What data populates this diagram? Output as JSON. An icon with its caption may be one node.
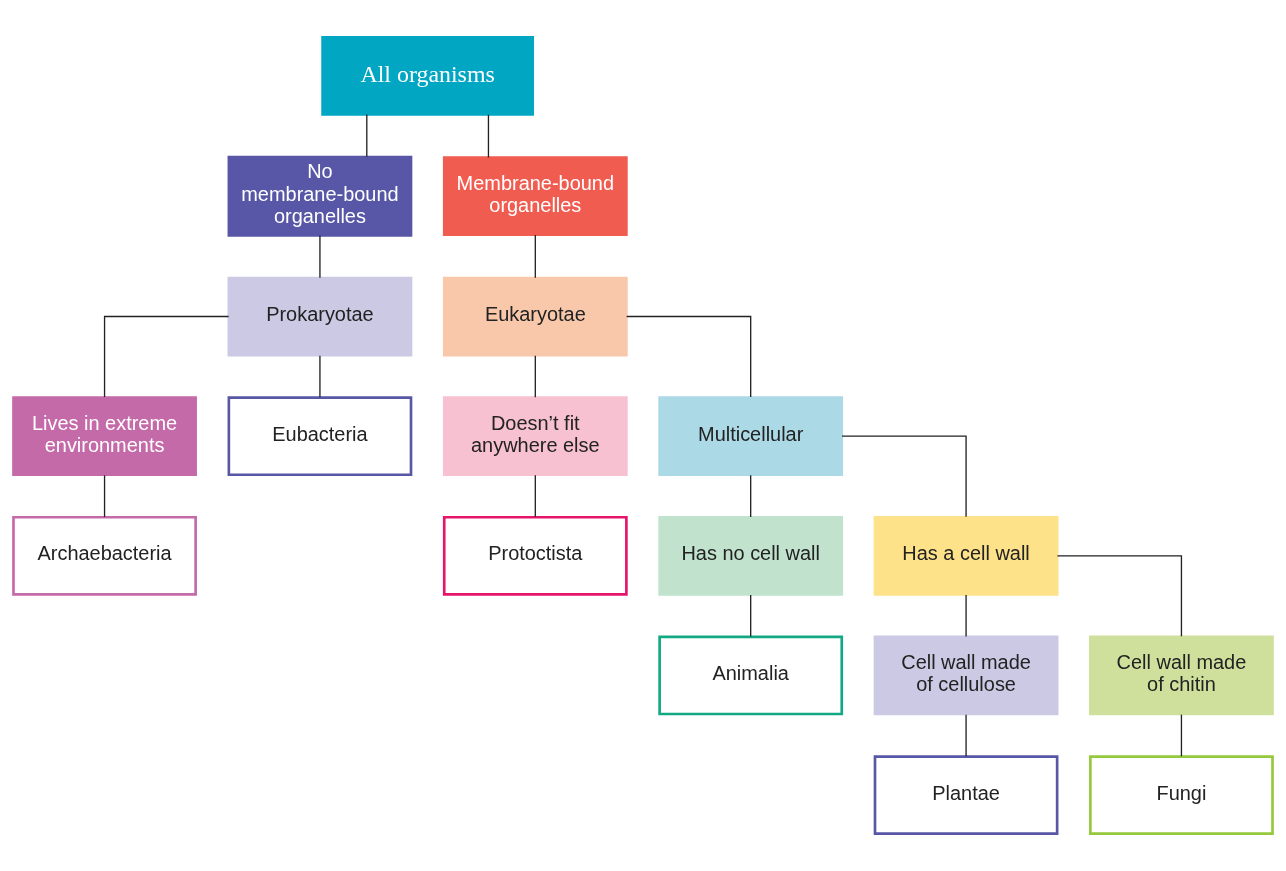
{
  "diagram": {
    "nodes": [
      {
        "text": [
          "All organisms"
        ]
      },
      {
        "text": [
          "No membrane-bound organelles"
        ]
      },
      {
        "text": [
          "Membrane-bound organelles"
        ]
      },
      {
        "text": [
          "Prokaryotae"
        ]
      },
      {
        "text": [
          "Eukaryotae"
        ]
      },
      {
        "text": [
          "Lives in extreme environments"
        ]
      },
      {
        "text": [
          "Eubacteria"
        ]
      },
      {
        "text": [
          "Doesn’t fit anywhere else"
        ]
      },
      {
        "text": [
          "Multicellular"
        ]
      },
      {
        "text": [
          "Archaebacteria"
        ]
      },
      {
        "text": [
          "Protoctista"
        ]
      },
      {
        "text": [
          "Has no cell wall"
        ]
      },
      {
        "text": [
          "Has a cell wall"
        ]
      },
      {
        "text": [
          "Animalia"
        ]
      },
      {
        "text": [
          "Cell wall made of cellulose"
        ]
      },
      {
        "text": [
          "Cell wall made of chitin"
        ]
      },
      {
        "text": [
          "Plantae"
        ]
      },
      {
        "text": [
          "Fungi"
        ]
      }
    ],
    "edges": [
      {
        "from": 0,
        "to": 1,
        "arrow": "none"
      },
      {
        "from": 0,
        "to": 2,
        "arrow": "none"
      },
      {
        "from": 1,
        "to": 3,
        "arrow": "none"
      },
      {
        "from": 2,
        "to": 4,
        "arrow": "none"
      },
      {
        "from": 3,
        "to": 5,
        "arrow": "none"
      },
      {
        "from": 3,
        "to": 6,
        "arrow": "none"
      },
      {
        "from": 4,
        "to": 7,
        "arrow": "none"
      },
      {
        "from": 4,
        "to": 8,
        "arrow": "none"
      },
      {
        "from": 5,
        "to": 9,
        "arrow": "none"
      },
      {
        "from": 7,
        "to": 10,
        "arrow": "none"
      },
      {
        "from": 8,
        "to": 11,
        "arrow": "none"
      },
      {
        "from": 8,
        "to": 12,
        "arrow": "none"
      },
      {
        "from": 11,
        "to": 13,
        "arrow": "none"
      },
      {
        "from": 12,
        "to": 14,
        "arrow": "none"
      },
      {
        "from": 12,
        "to": 15,
        "arrow": "none"
      },
      {
        "from": 14,
        "to": 16,
        "arrow": "none"
      },
      {
        "from": 15,
        "to": 17,
        "arrow": "none"
      }
    ]
  }
}
